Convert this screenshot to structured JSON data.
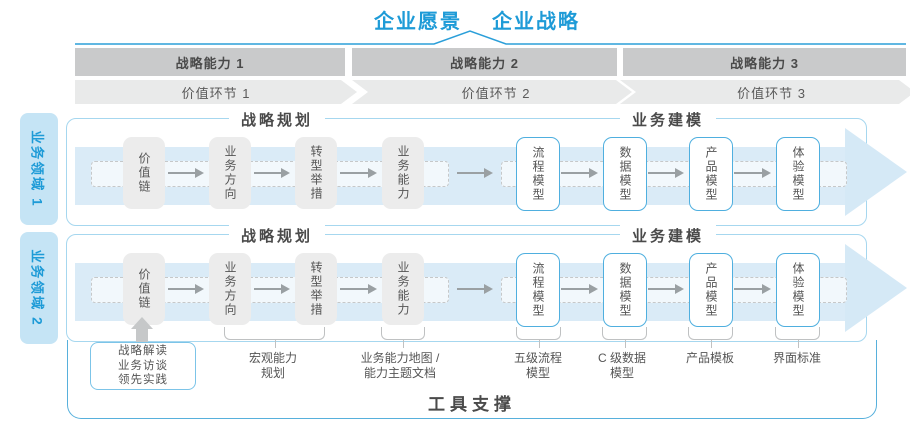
{
  "title": {
    "vision": "企业愿景",
    "strategy": "企业战略"
  },
  "strategy_bars": [
    "战略能力 1",
    "战略能力 2",
    "战略能力 3"
  ],
  "value_links": [
    "价值环节 1",
    "价值环节 2",
    "价值环节 3"
  ],
  "domains": [
    "业务领域 1",
    "业务领域 2"
  ],
  "rows": [
    {
      "planning_header": "战略规划",
      "modeling_header": "业务建模",
      "gray_boxes": [
        "价值链",
        "业务方向",
        "转型举措",
        "业务能力"
      ],
      "blue_boxes": [
        "流程模型",
        "数据模型",
        "产品模型",
        "体验模型"
      ]
    },
    {
      "planning_header": "战略规划",
      "modeling_header": "业务建模",
      "gray_boxes": [
        "价值链",
        "业务方向",
        "转型举措",
        "业务能力"
      ],
      "blue_boxes": [
        "流程模型",
        "数据模型",
        "产品模型",
        "体验模型"
      ]
    }
  ],
  "bottom_labels": {
    "practice_box": "战略解读\n业务访谈\n领先实践",
    "macro_capability": "宏观能力\n规划",
    "capability_map": "业务能力地图 /\n能力主题文档",
    "process_model": "五级流程\n模型",
    "data_model": "C 级数据\n模型",
    "product_template": "产品模板",
    "ui_standard": "界面标准"
  },
  "tool_support": "工具支撑",
  "colors": {
    "accent_blue": "#1e9bd7",
    "panel_border": "#a6d7ef",
    "blue_box_border": "#4fafdf",
    "domain_label_bg": "#c5e4f5",
    "strategy_bar_bg": "#c9cacb",
    "chevron_bg": "#e9eaea",
    "arrow_band": "#daebf7",
    "gray_box_bg": "#ececec",
    "dark_text": "#4a4a4a"
  }
}
